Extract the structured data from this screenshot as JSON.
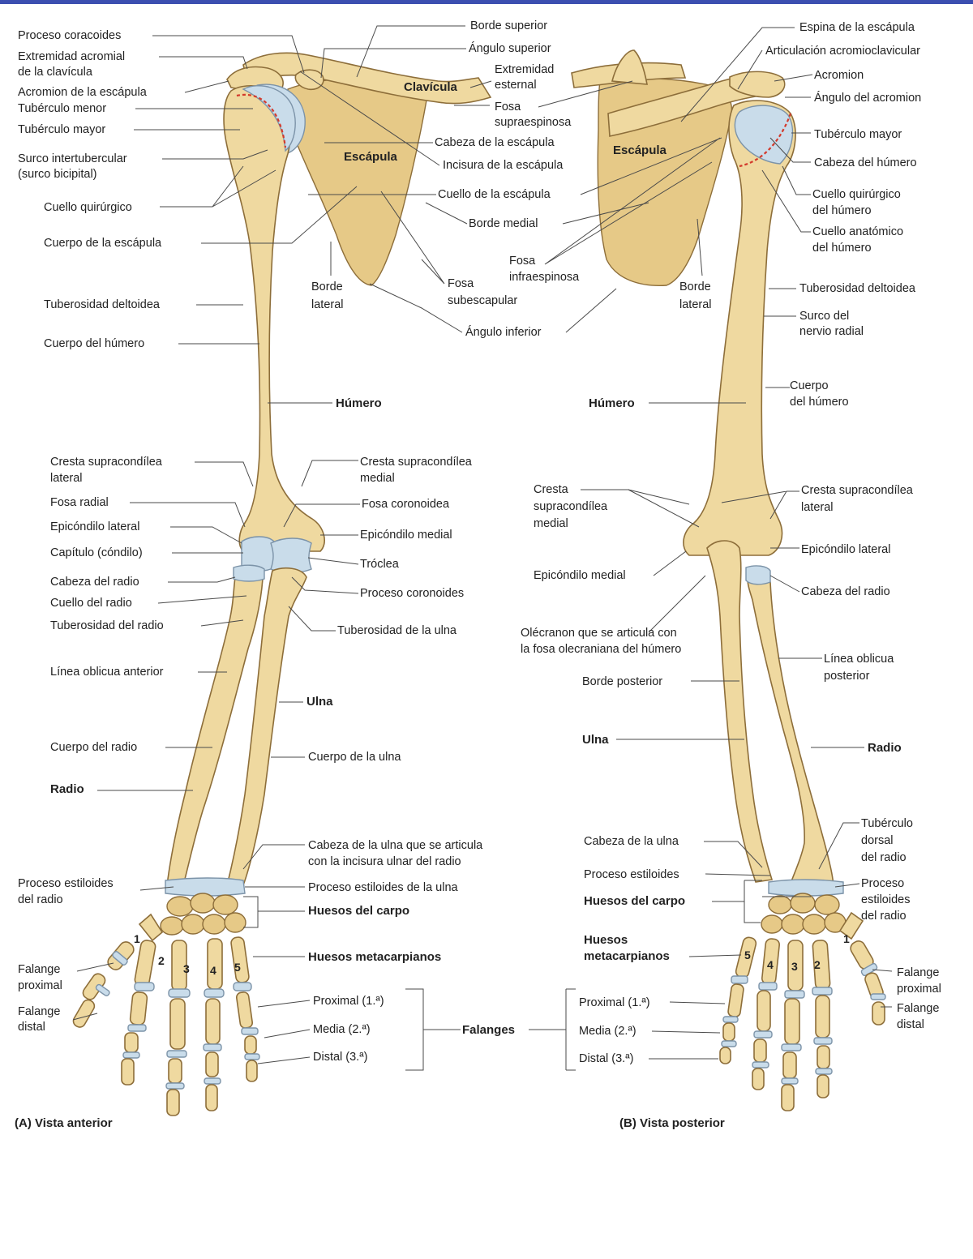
{
  "anterior": {
    "caption": "(A) Vista anterior",
    "labels": {
      "proceso_coracoides": "Proceso coracoides",
      "extremidad_acromial_1": "Extremidad acromial",
      "extremidad_acromial_2": "de la clavícula",
      "acromion": "Acromion de la escápula",
      "tuberculo_menor": "Tubérculo menor",
      "tuberculo_mayor": "Tubérculo mayor",
      "surco_1": "Surco intertubercular",
      "surco_2": "(surco bicipital)",
      "cuello_quirurgico": "Cuello quirúrgico",
      "cuerpo_escapula": "Cuerpo de la escápula",
      "tuberosidad_deltoidea": "Tuberosidad deltoidea",
      "cuerpo_humero": "Cuerpo del húmero",
      "humero": "Húmero",
      "borde_superior": "Borde superior",
      "angulo_superior": "Ángulo superior",
      "extremidad_esternal_1": "Extremidad",
      "extremidad_esternal_2": "esternal",
      "clavicula": "Clavícula",
      "escapula": "Escápula",
      "fosa_supra_1": "Fosa",
      "fosa_supra_2": "supraespinosa",
      "cabeza_escapula": "Cabeza de la escápula",
      "incisura": "Incisura de la escápula",
      "cuello_escapula": "Cuello de la escápula",
      "borde_medial": "Borde medial",
      "borde_lateral_1": "Borde",
      "borde_lateral_2": "lateral",
      "fosa_subesc_1": "Fosa",
      "fosa_subesc_2": "subescapular",
      "angulo_inferior": "Ángulo inferior",
      "cresta_lat_1": "Cresta supracondílea",
      "cresta_lat_2": "lateral",
      "fosa_radial": "Fosa radial",
      "epicondilo_lateral": "Epicóndilo lateral",
      "capitulo": "Capítulo (cóndilo)",
      "cabeza_radio": "Cabeza del radio",
      "cuello_radio": "Cuello del radio",
      "tuberosidad_radio": "Tuberosidad del radio",
      "linea_oblicua": "Línea oblicua anterior",
      "cuerpo_radio": "Cuerpo del radio",
      "radio": "Radio",
      "cresta_med_1": "Cresta supracondílea",
      "cresta_med_2": "medial",
      "fosa_coronoidea": "Fosa coronoidea",
      "epicondilo_medial": "Epicóndilo medial",
      "troclea": "Tróclea",
      "proceso_coronoides": "Proceso coronoides",
      "tuberosidad_ulna": "Tuberosidad de la ulna",
      "ulna": "Ulna",
      "cuerpo_ulna": "Cuerpo de la ulna",
      "cabeza_ulna_1": "Cabeza de la ulna que se articula",
      "cabeza_ulna_2": "con la incisura ulnar del radio",
      "estiloides_radio_1": "Proceso estiloides",
      "estiloides_radio_2": "del radio",
      "estiloides_ulna": "Proceso estiloides de la ulna",
      "carpo": "Huesos del carpo",
      "metacarpianos": "Huesos metacarpianos",
      "falange_prox_1": "Falange",
      "falange_prox_2": "proximal",
      "falange_dist_1": "Falange",
      "falange_dist_2": "distal",
      "proximal": "Proximal (1.ª)",
      "media": "Media (2.ª)",
      "distal": "Distal (3.ª)",
      "falanges": "Falanges"
    },
    "digits": [
      "1",
      "2",
      "3",
      "4",
      "5"
    ]
  },
  "posterior": {
    "caption": "(B) Vista posterior",
    "labels": {
      "espina": "Espina de la escápula",
      "articulacion": "Articulación acromioclavicular",
      "acromion": "Acromion",
      "angulo_acromion": "Ángulo del acromion",
      "tuberculo_mayor": "Tubérculo mayor",
      "cabeza_humero": "Cabeza del húmero",
      "cuello_quir_1": "Cuello quirúrgico",
      "cuello_quir_2": "del húmero",
      "cuello_anat_1": "Cuello anatómico",
      "cuello_anat_2": "del húmero",
      "escapula": "Escápula",
      "fosa_infra_1": "Fosa",
      "fosa_infra_2": "infraespinosa",
      "borde_lateral_1": "Borde",
      "borde_lateral_2": "lateral",
      "tuberosidad_deltoidea": "Tuberosidad deltoidea",
      "surco_radial_1": "Surco del",
      "surco_radial_2": "nervio radial",
      "cuerpo_humero_1": "Cuerpo",
      "cuerpo_humero_2": "del húmero",
      "humero": "Húmero",
      "cresta_med_1": "Cresta",
      "cresta_med_2": "supracondílea",
      "cresta_med_3": "medial",
      "cresta_lat_1": "Cresta supracondílea",
      "cresta_lat_2": "lateral",
      "epicondilo_lateral": "Epicóndilo lateral",
      "epicondilo_medial": "Epicóndilo medial",
      "cabeza_radio": "Cabeza del radio",
      "olecranon_1": "Olécranon que se articula con",
      "olecranon_2": "la fosa olecraniana del húmero",
      "linea_oblicua_1": "Línea oblicua",
      "linea_oblicua_2": "posterior",
      "borde_posterior": "Borde posterior",
      "ulna": "Ulna",
      "radio": "Radio",
      "tuberculo_dorsal_1": "Tubérculo",
      "tuberculo_dorsal_2": "dorsal",
      "tuberculo_dorsal_3": "del radio",
      "cabeza_ulna": "Cabeza de la ulna",
      "proceso_estiloides": "Proceso estiloides",
      "carpo": "Huesos del carpo",
      "estiloides_radio_1": "Proceso",
      "estiloides_radio_2": "estiloides",
      "estiloides_radio_3": "del radio",
      "metacarpianos_1": "Huesos",
      "metacarpianos_2": "metacarpianos",
      "falange_prox_1": "Falange",
      "falange_prox_2": "proximal",
      "falange_dist_1": "Falange",
      "falange_dist_2": "distal",
      "proximal": "Proximal (1.ª)",
      "media": "Media (2.ª)",
      "distal": "Distal (3.ª)"
    },
    "digits": [
      "5",
      "4",
      "3",
      "2",
      "1"
    ]
  },
  "colors": {
    "bone": "#efd9a0",
    "cartilage": "#c9dcea",
    "epiphyseal_line": "#d33a2c",
    "top_bar": "#3c4fb0"
  }
}
